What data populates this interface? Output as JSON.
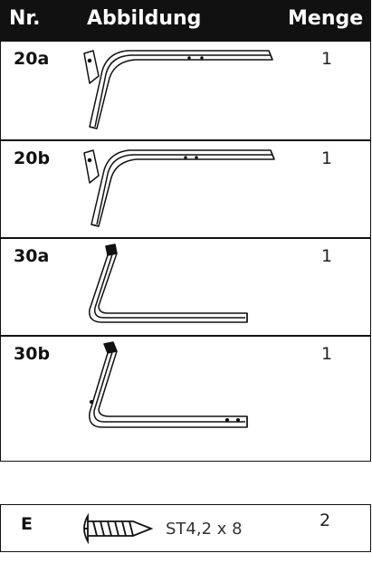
{
  "header": {
    "nr": "Nr.",
    "abbildung": "Abbildung",
    "menge": "Menge"
  },
  "parts": [
    {
      "nr": "20a",
      "qty": "1"
    },
    {
      "nr": "20b",
      "qty": "1"
    },
    {
      "nr": "30a",
      "qty": "1"
    },
    {
      "nr": "30b",
      "qty": "1"
    }
  ],
  "hardware": {
    "nr": "E",
    "label": "ST4,2 x 8",
    "qty": "2",
    "icon": "screw-icon"
  }
}
